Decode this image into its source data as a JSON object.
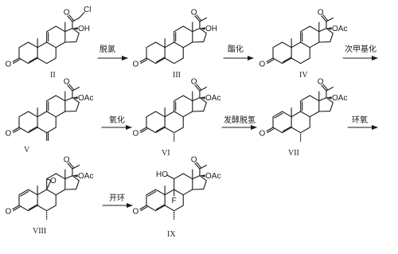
{
  "scheme": {
    "compounds": [
      {
        "id": "II",
        "labels": {
          "ketone_o": "O",
          "o1": "O",
          "cl": "Cl",
          "oh": "OH"
        }
      },
      {
        "id": "III",
        "labels": {
          "ketone_o": "O",
          "o1": "O",
          "oh": "OH"
        }
      },
      {
        "id": "IV",
        "labels": {
          "ketone_o": "O",
          "o1": "O",
          "oac": "OAc"
        }
      },
      {
        "id": "V",
        "labels": {
          "ketone_o": "O",
          "o1": "O",
          "oac": "OAc"
        }
      },
      {
        "id": "VI",
        "labels": {
          "ketone_o": "O",
          "o1": "O",
          "oac": "OAc"
        }
      },
      {
        "id": "VII",
        "labels": {
          "ketone_o": "O",
          "o1": "O",
          "oac": "OAc"
        }
      },
      {
        "id": "VIII",
        "labels": {
          "ketone_o": "O",
          "o1": "O",
          "oac": "OAc",
          "epo": "O"
        }
      },
      {
        "id": "IX",
        "labels": {
          "ketone_o": "O",
          "o1": "O",
          "oac": "OAc",
          "ho": "HO",
          "f": "F"
        }
      }
    ],
    "steps": [
      {
        "label": "脱氯"
      },
      {
        "label": "酯化"
      },
      {
        "label": "次甲基化"
      },
      {
        "label": "氧化"
      },
      {
        "label": "发酵脱氢"
      },
      {
        "label": "环氧"
      },
      {
        "label": "开环"
      }
    ]
  }
}
